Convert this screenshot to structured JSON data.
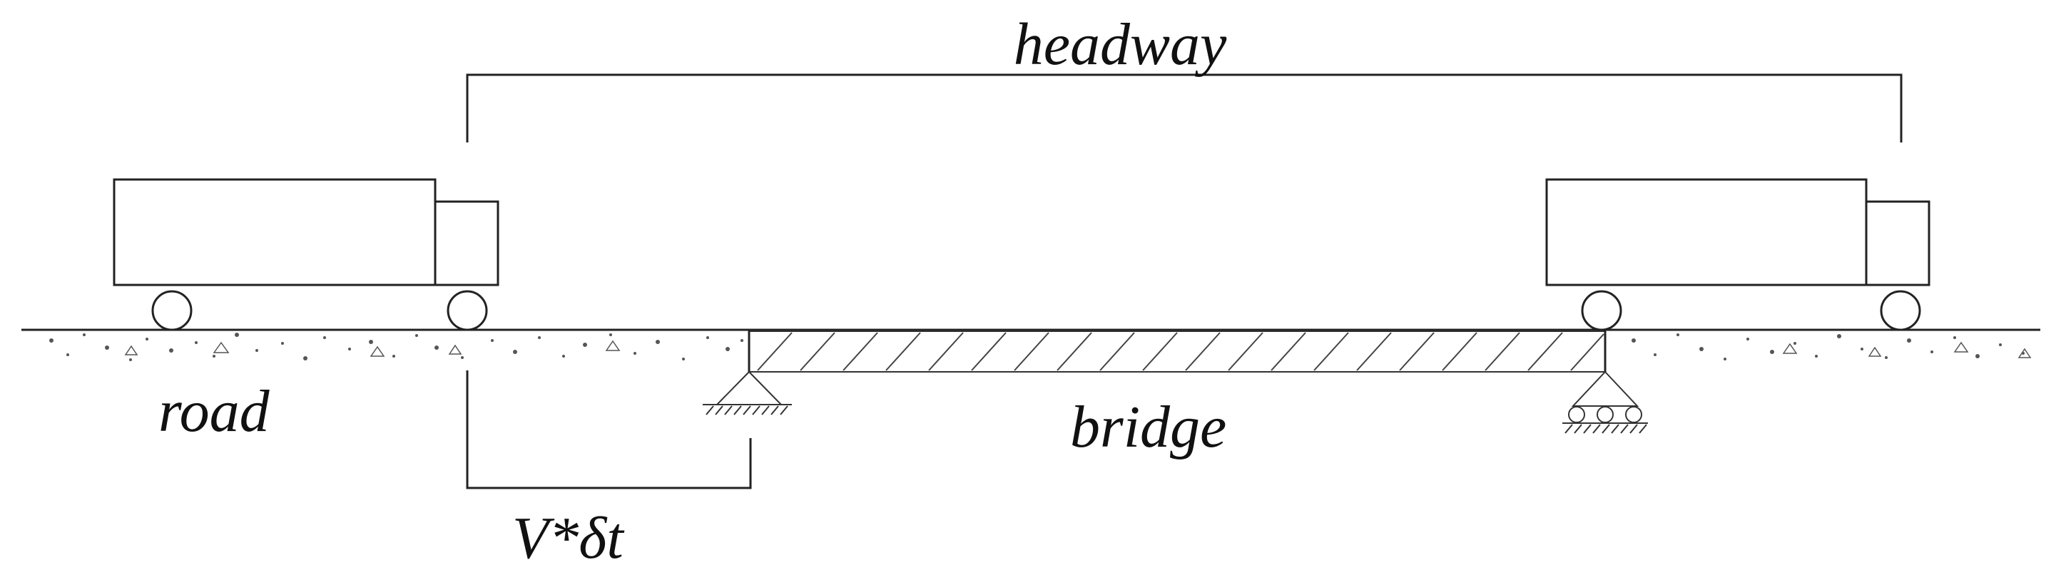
{
  "labels": {
    "headway": "headway",
    "road": "road",
    "bridge": "bridge",
    "offset": "V*δt"
  },
  "colors": {
    "line": "#222222",
    "text": "#111111",
    "background": "#ffffff"
  }
}
